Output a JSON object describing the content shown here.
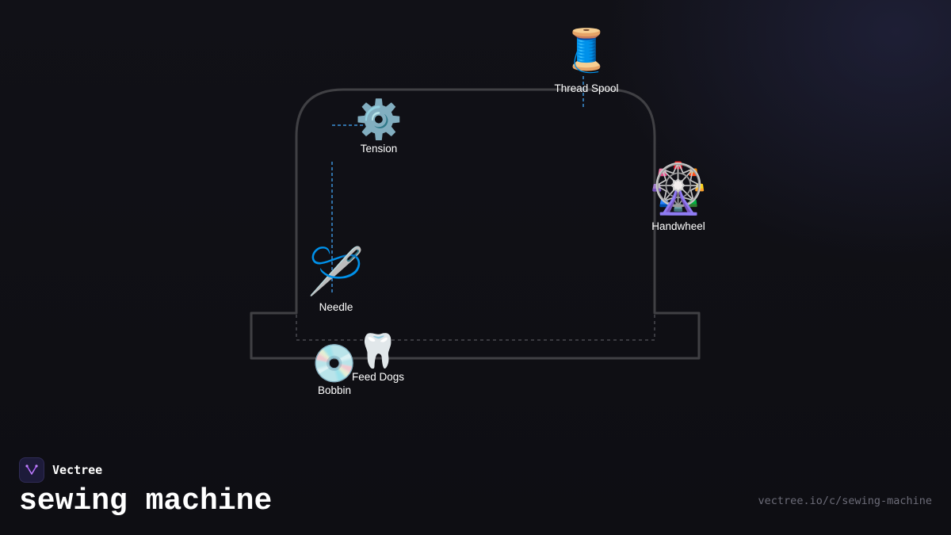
{
  "diagram": {
    "title": "sewing machine",
    "nodes": [
      {
        "id": "thread-spool",
        "label": "Thread Spool",
        "icon": "thread-spool-icon",
        "glyph": "🧵"
      },
      {
        "id": "tension",
        "label": "Tension",
        "icon": "gear-icon",
        "glyph": "⚙️"
      },
      {
        "id": "handwheel",
        "label": "Handwheel",
        "icon": "wheel-icon",
        "glyph": "🎡"
      },
      {
        "id": "needle",
        "label": "Needle",
        "icon": "needle-icon",
        "glyph": "🪡"
      },
      {
        "id": "feed-dogs",
        "label": "Feed Dogs",
        "icon": "tooth-icon",
        "glyph": "🦷"
      },
      {
        "id": "bobbin",
        "label": "Bobbin",
        "icon": "disc-icon",
        "glyph": "💿"
      }
    ],
    "colors": {
      "outline": "#404044",
      "connector": "#3b8fd6",
      "background": "#0e0e13"
    }
  },
  "footer": {
    "brand_name": "Vectree",
    "title": "sewing machine",
    "url": "vectree.io/c/sewing-machine"
  }
}
